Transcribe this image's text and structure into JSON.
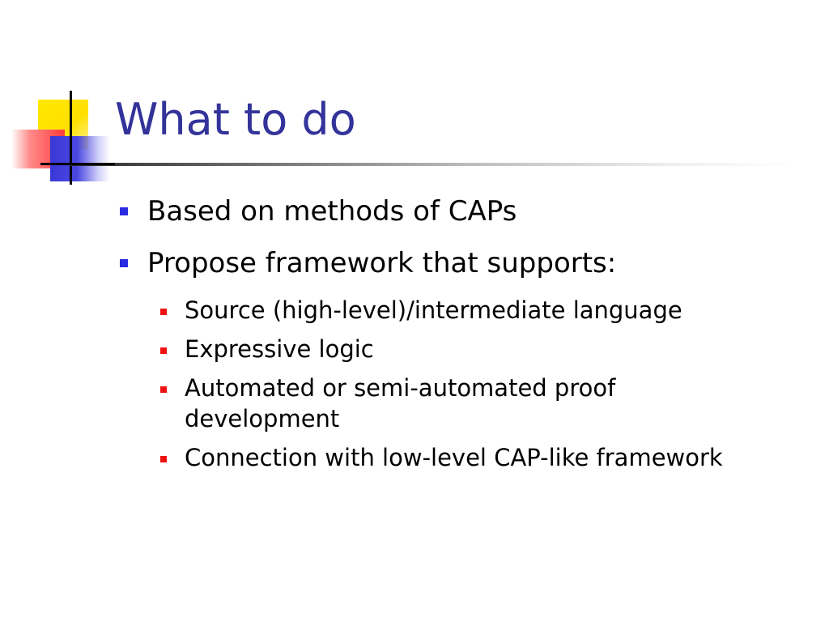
{
  "slide": {
    "title": "What to do",
    "bullets": [
      {
        "text": "Based on methods of CAPs"
      },
      {
        "text": "Propose framework that supports:"
      }
    ],
    "sub_bullets": [
      {
        "text": "Source (high-level)/intermediate language"
      },
      {
        "text": "Expressive logic"
      },
      {
        "text": "Automated or semi-automated proof development"
      },
      {
        "text": "Connection with low-level CAP-like framework"
      }
    ]
  },
  "colors": {
    "title": "#33339a",
    "bullet_marker": "#2a2ae0",
    "sub_bullet_marker": "#ee1111",
    "logo_yellow": "#ffe800",
    "logo_red": "#ff3b3b",
    "logo_blue": "#3a37d8"
  }
}
